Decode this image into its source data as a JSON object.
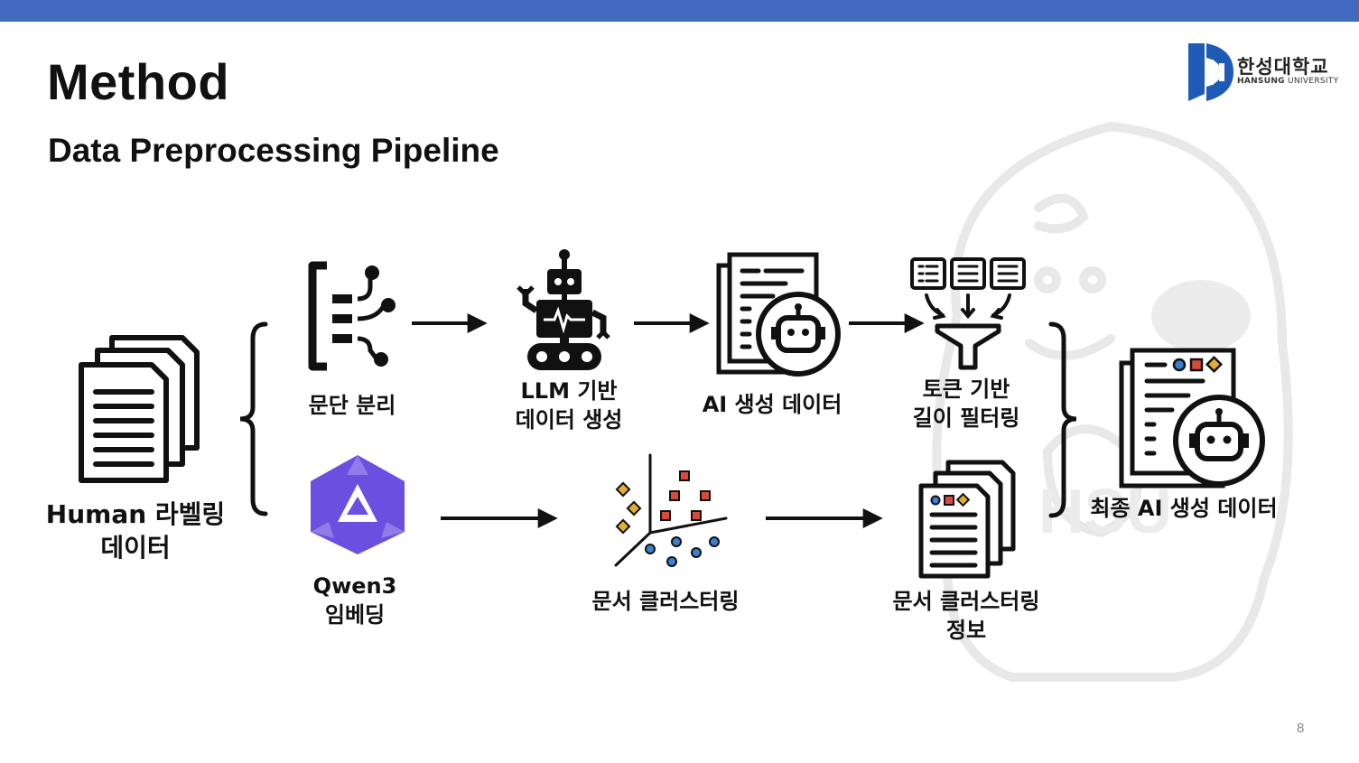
{
  "header": {
    "title": "Method",
    "subtitle": "Data Preprocessing Pipeline"
  },
  "logo": {
    "korean": "한성대학교",
    "english_bold": "HANSUNG",
    "english_rest": " UNIVERSITY"
  },
  "pipeline": {
    "input_label": "Human 라벨링\n데이터",
    "paragraph_split_label": "문단 분리",
    "llm_generation_label": "LLM 기반\n데이터 생성",
    "ai_data_label": "AI 생성 데이터",
    "token_filter_label": "토큰 기반\n길이 필터링",
    "qwen_embedding_label": "Qwen3\n임베딩",
    "doc_clustering_label": "문서 클러스터링",
    "cluster_info_label": "문서 클러스터링\n정보",
    "final_output_label": "최종 AI 생성 데이터"
  },
  "colors": {
    "top_bar": "#4169be",
    "qwen_purple": "#6b4fe0",
    "cluster_red": "#d94a3a",
    "cluster_blue": "#3a7fd0",
    "cluster_gold": "#e0b030",
    "logo_blue": "#1f5bb6"
  },
  "page_number": "8"
}
